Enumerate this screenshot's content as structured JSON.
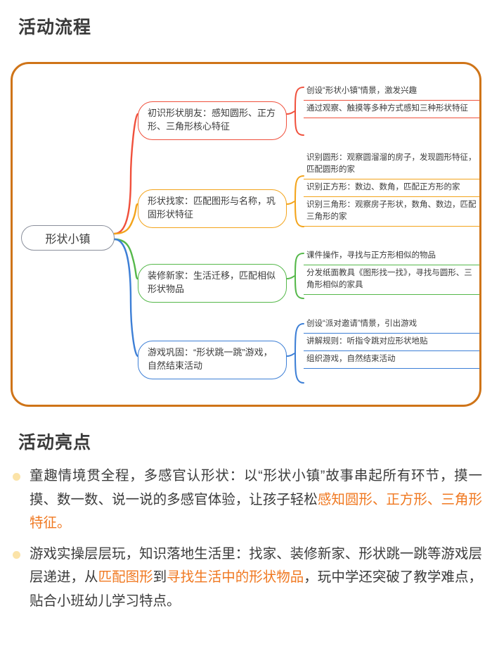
{
  "sections": {
    "flow": {
      "heading": "活动流程"
    },
    "highlights": {
      "heading": "活动亮点"
    }
  },
  "colors": {
    "frame_border": "#cf7418",
    "heading_highlight": "#fbeab2",
    "root_border": "#8a8f9c",
    "branch_red": "#f0503c",
    "branch_orange": "#f3a41b",
    "branch_green": "#55b84a",
    "branch_blue": "#3d7fd6",
    "bullet": "#fbe3a8",
    "accent_text": "#f07820"
  },
  "mindmap": {
    "root": {
      "label": "形状小镇"
    },
    "branches": [
      {
        "color_key": "branch_red",
        "label": "初识形状朋友：感知圆形、正方形、三角形核心特征",
        "leaves": [
          "创设“形状小镇”情景，激发兴趣",
          "通过观察、触摸等多种方式感知三种形状特征"
        ]
      },
      {
        "color_key": "branch_orange",
        "label": "形状找家：匹配图形与名称，巩固形状特征",
        "leaves": [
          "识别圆形：观察圆溜溜的房子，发现圆形特征，匹配圆形的家",
          "识别正方形：数边、数角，匹配正方形的家",
          "识别三角形：观察房子形状，数角、数边，匹配三角形的家"
        ]
      },
      {
        "color_key": "branch_green",
        "label": "装修新家：生活迁移，匹配相似形状物品",
        "leaves": [
          "课件操作，寻找与正方形相似的物品",
          "分发纸面教具《图形找一找》，寻找与圆形、三角形相似的家具"
        ]
      },
      {
        "color_key": "branch_blue",
        "label": "游戏巩固：“形状跳一跳”游戏，自然结束活动",
        "leaves": [
          "创设“派对邀请”情景，引出游戏",
          "讲解规则：听指令跳对应形状地贴",
          "组织游戏，自然结束活动"
        ]
      }
    ]
  },
  "highlights": [
    {
      "parts": [
        {
          "text": "童趣情境贯全程，多感官认形状：以“形状小镇”故事串起所有环节，摸一摸、数一数、说一说的多感官体验，让孩子轻松",
          "accent": false
        },
        {
          "text": "感知圆形、正方形、三角形特征。",
          "accent": true
        }
      ]
    },
    {
      "parts": [
        {
          "text": "游戏实操层层玩，知识落地生活里：找家、装修新家、形状跳一跳等游戏层层递进，从",
          "accent": false
        },
        {
          "text": "匹配图形",
          "accent": true
        },
        {
          "text": "到",
          "accent": false
        },
        {
          "text": "寻找生活中的形状物品",
          "accent": true
        },
        {
          "text": "，玩中学还突破了教学难点，贴合小班幼儿学习特点。",
          "accent": false
        }
      ]
    }
  ]
}
